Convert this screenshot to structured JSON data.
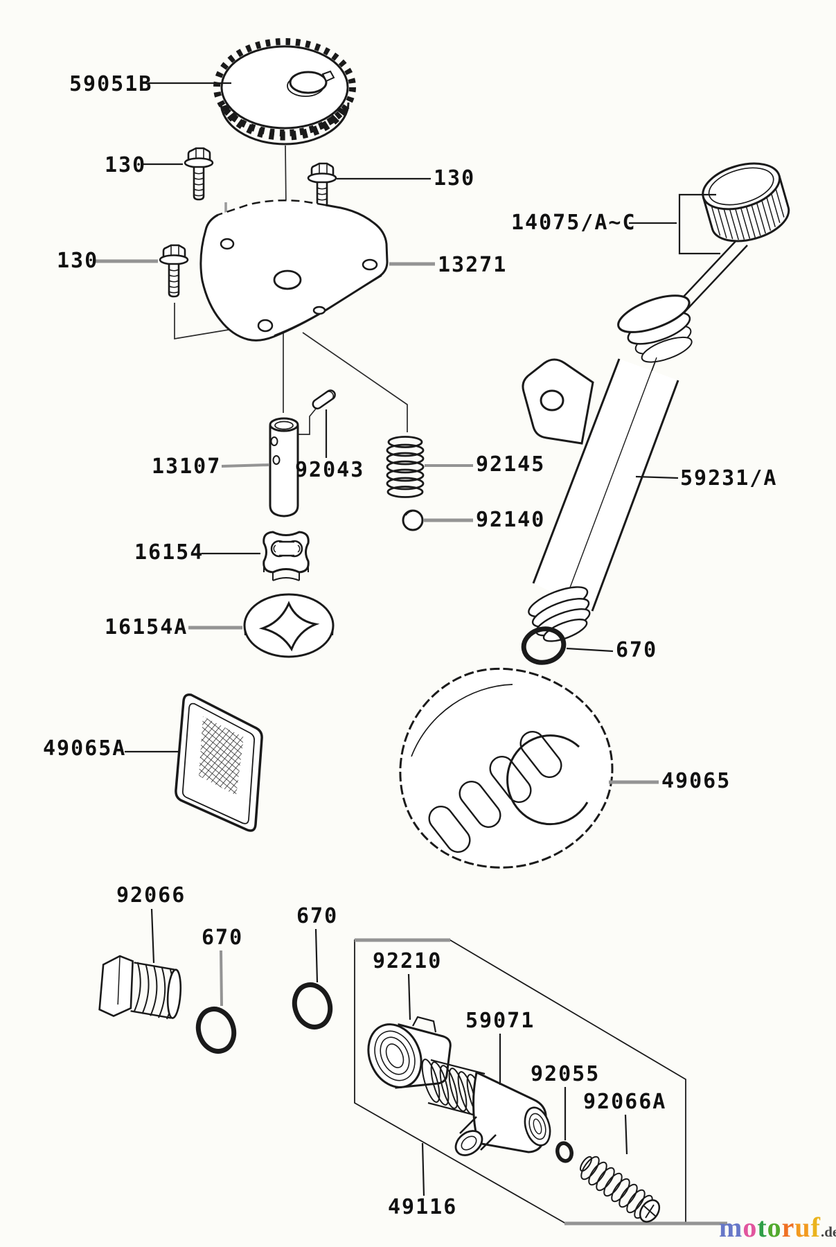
{
  "colors": {
    "background": "#fcfcf8",
    "ink": "#1a1a1a",
    "leader_gray": "#949494",
    "mesh": "#222222"
  },
  "labels": {
    "gear": "59051B",
    "bolt_top": "130",
    "bolt_right": "130",
    "bolt_left": "130",
    "plate": "13271",
    "cap": "14075/A~C",
    "shaft": "13107",
    "pin": "92043",
    "spring": "92145",
    "ball": "92140",
    "rotor_inner": "16154",
    "rotor_outer": "16154A",
    "screen": "49065A",
    "filter": "49065",
    "tube": "59231/A",
    "oring_tube": "670",
    "plug": "92066",
    "oring_left": "670",
    "oring_mid": "670",
    "collar": "92210",
    "valve_body": "59071",
    "oring_small": "92055",
    "valve_plug": "92066A",
    "kit": "49116"
  },
  "watermark": {
    "letters": [
      {
        "ch": "m",
        "color": "#6677c8"
      },
      {
        "ch": "o",
        "color": "#e1559e"
      },
      {
        "ch": "t",
        "color": "#2f9f47"
      },
      {
        "ch": "o",
        "color": "#52aa2e"
      },
      {
        "ch": "r",
        "color": "#ef7023"
      },
      {
        "ch": "u",
        "color": "#f29a1f"
      },
      {
        "ch": "f",
        "color": "#eab31d"
      }
    ],
    "suffix": ".de",
    "suffix_color": "#444444"
  }
}
